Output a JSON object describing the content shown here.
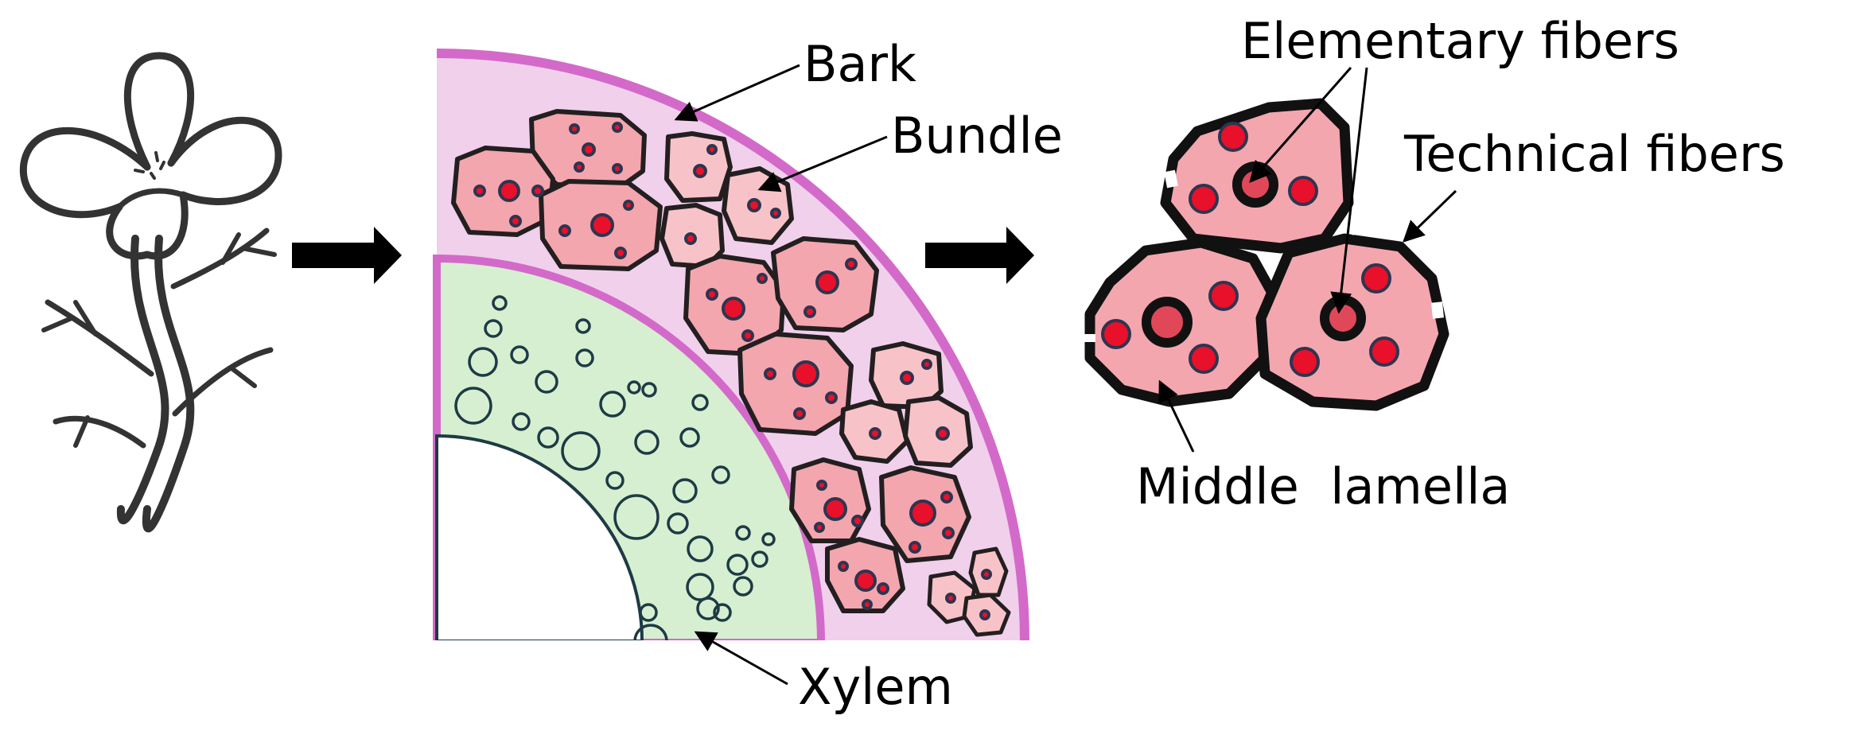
{
  "labels": {
    "bark": "Bark",
    "bundle": "Bundle",
    "xylem": "Xylem",
    "elementary_fibers": "Elementary fibers",
    "technical_fibers": "Technical fibers",
    "middle_lamella": "Middle  lamella"
  },
  "colors": {
    "outline": "#231f20",
    "bark_fill": "#f1d0ec",
    "bark_ring": "#d36ac9",
    "xylem_fill": "#d6efd0",
    "xylem_outline": "#1d3a45",
    "cell_fill": "#f3a6ae",
    "cell_highlight": "#f8c3c8",
    "lumen_fill": "#e0485a",
    "dot_fill": "#e8102a",
    "dot_ring": "#2d3550",
    "arrow": "#000000"
  },
  "icons": [
    "flower-icon",
    "right-arrow-icon"
  ]
}
